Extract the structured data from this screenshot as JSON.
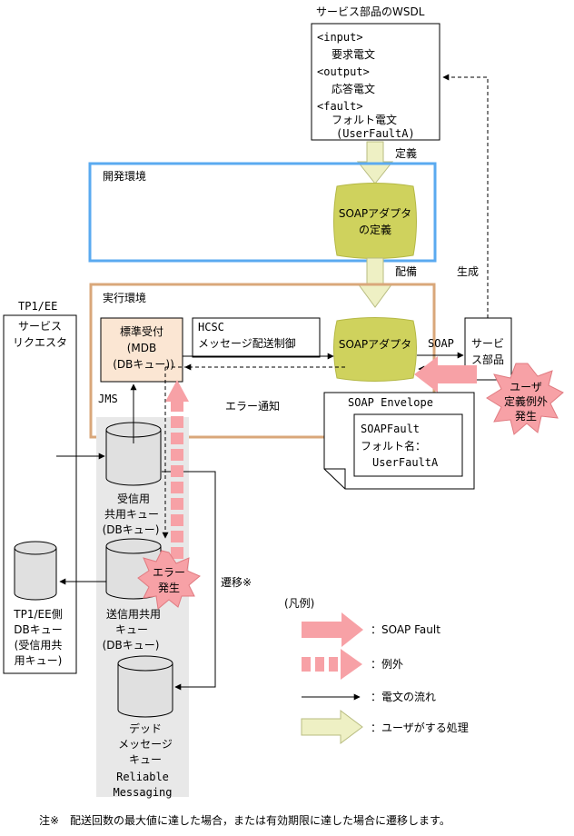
{
  "wsdl": {
    "title": "サービス部品のWSDL",
    "lines": [
      "<input>",
      "要求電文",
      "<output>",
      "応答電文",
      "<fault>",
      "フォルト電文",
      "(UserFaultA)"
    ]
  },
  "labels": {
    "teigi": "定義",
    "haibi": "配備",
    "seisei": "生成",
    "jms": "JMS",
    "soap": "SOAP",
    "error_notify": "エラー通知",
    "seni": "遷移※",
    "reliable_1": "Reliable",
    "reliable_2": "Messaging"
  },
  "dev_env": {
    "title": "開発環境",
    "adapter_def_1": "SOAPアダプタ",
    "adapter_def_2": "の定義"
  },
  "run_env": {
    "title": "実行環境"
  },
  "tp1": {
    "label": "TP1/EE",
    "requester_1": "サービス",
    "requester_2": "リクエスタ",
    "queue_1": "TP1/EE側",
    "queue_2": "DBキュー",
    "queue_3": "(受信用共",
    "queue_4": "用キュー)"
  },
  "std_recv": {
    "line1": "標準受付",
    "line2": "(MDB",
    "line3": "(DBキュー))"
  },
  "hcsc": {
    "line1": "HCSC",
    "line2": "メッセージ配送制御"
  },
  "soap_adapter": {
    "label": "SOAPアダプタ"
  },
  "service_part": {
    "line1": "サービ",
    "line2": "ス部品"
  },
  "user_exception": {
    "line1": "ユーザ",
    "line2": "定義例外",
    "line3": "発生"
  },
  "envelope": {
    "title": "SOAP Envelope",
    "line1": "SOAPFault",
    "line2": "フォルト名：",
    "line3": "UserFaultA"
  },
  "queues": {
    "receive": [
      "受信用",
      "共用キュー",
      "(DBキュー)"
    ],
    "send": [
      "送信用共用",
      "キュー",
      "(DBキュー)"
    ],
    "dead": [
      "デッド",
      "メッセージ",
      "キュー"
    ]
  },
  "error_burst": {
    "line1": "エラー",
    "line2": "発生"
  },
  "legend": {
    "title": "(凡例)",
    "soap_fault": "：SOAP Fault",
    "exception": "：例外",
    "message_flow": "：電文の流れ",
    "user_process": "：ユーザがする処理"
  },
  "footnote": "注※　配送回数の最大値に達した場合，または有効期限に達した場合に遷移します。"
}
